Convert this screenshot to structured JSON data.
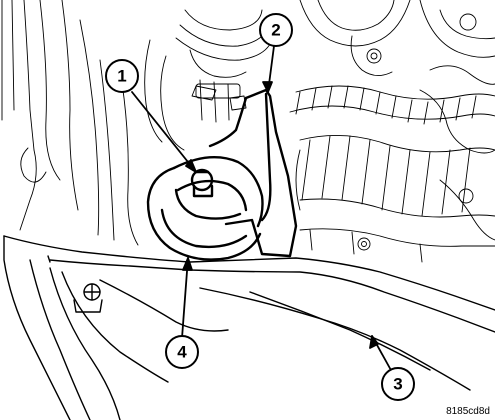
{
  "diagram": {
    "callouts": [
      {
        "id": "1",
        "label": "1"
      },
      {
        "id": "2",
        "label": "2"
      },
      {
        "id": "3",
        "label": "3"
      },
      {
        "id": "4",
        "label": "4"
      }
    ],
    "reference_code": "8185cd8d"
  }
}
